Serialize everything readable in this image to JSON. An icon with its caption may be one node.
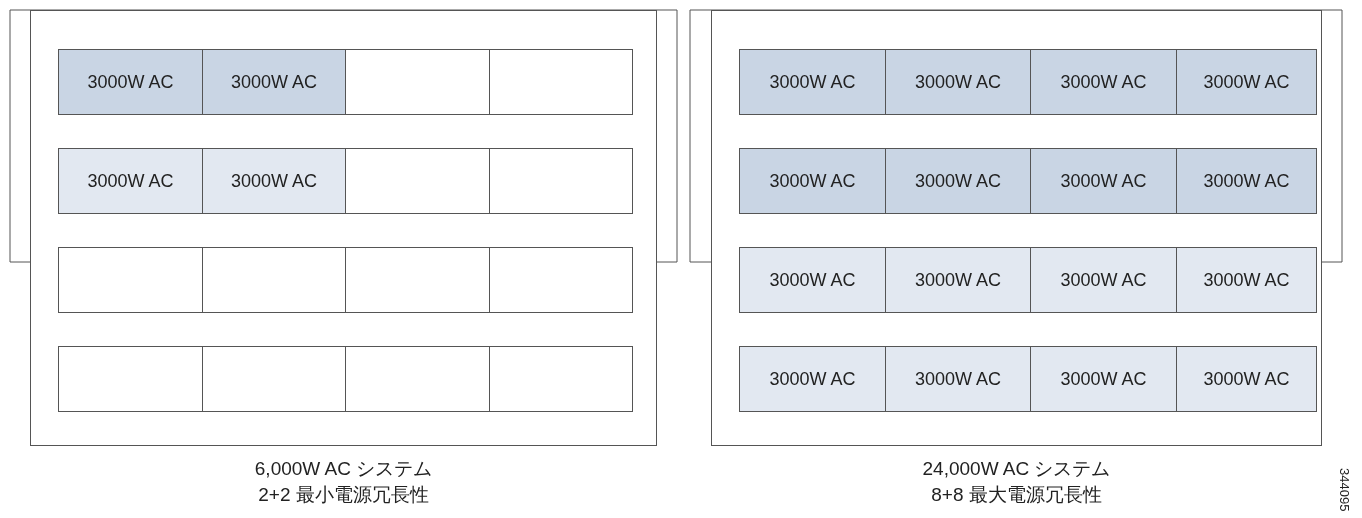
{
  "diagram": {
    "nodes": [
      {
        "text": [
          "6,000W AC システム",
          "2+2 最小電源冗長性"
        ]
      },
      {
        "text": [
          "3000W AC"
        ],
        "in": 0
      },
      {
        "text": [
          "3000W AC"
        ],
        "in": 0
      },
      {
        "text": [],
        "shape": "box",
        "in": 0
      },
      {
        "text": [],
        "shape": "box",
        "in": 0
      },
      {
        "text": [
          "3000W AC"
        ],
        "in": 0
      },
      {
        "text": [
          "3000W AC"
        ],
        "in": 0
      },
      {
        "text": [],
        "shape": "box",
        "in": 0
      },
      {
        "text": [],
        "shape": "box",
        "in": 0
      },
      {
        "text": [],
        "shape": "box",
        "in": 0
      },
      {
        "text": [],
        "shape": "box",
        "in": 0
      },
      {
        "text": [],
        "shape": "box",
        "in": 0
      },
      {
        "text": [],
        "shape": "box",
        "in": 0
      },
      {
        "text": [],
        "shape": "box",
        "in": 0
      },
      {
        "text": [],
        "shape": "box",
        "in": 0
      },
      {
        "text": [],
        "shape": "box",
        "in": 0
      },
      {
        "text": [],
        "shape": "box",
        "in": 0
      },
      {
        "text": [
          "24,000W AC システム",
          "8+8 最大電源冗長性"
        ]
      },
      {
        "text": [
          "3000W AC"
        ],
        "in": 17
      },
      {
        "text": [
          "3000W AC"
        ],
        "in": 17
      },
      {
        "text": [
          "3000W AC"
        ],
        "in": 17
      },
      {
        "text": [
          "3000W AC"
        ],
        "in": 17
      },
      {
        "text": [
          "3000W AC"
        ],
        "in": 17
      },
      {
        "text": [
          "3000W AC"
        ],
        "in": 17
      },
      {
        "text": [
          "3000W AC"
        ],
        "in": 17
      },
      {
        "text": [
          "3000W AC"
        ],
        "in": 17
      },
      {
        "text": [
          "3000W AC"
        ],
        "in": 17
      },
      {
        "text": [
          "3000W AC"
        ],
        "in": 17
      },
      {
        "text": [
          "3000W AC"
        ],
        "in": 17
      },
      {
        "text": [
          "3000W AC"
        ],
        "in": 17
      },
      {
        "text": [
          "3000W AC"
        ],
        "in": 17
      },
      {
        "text": [
          "3000W AC"
        ],
        "in": 17
      },
      {
        "text": [
          "3000W AC"
        ],
        "in": 17
      },
      {
        "text": [
          "3000W AC"
        ],
        "in": 17
      }
    ],
    "edges": [],
    "labels": [
      "344095"
    ]
  }
}
